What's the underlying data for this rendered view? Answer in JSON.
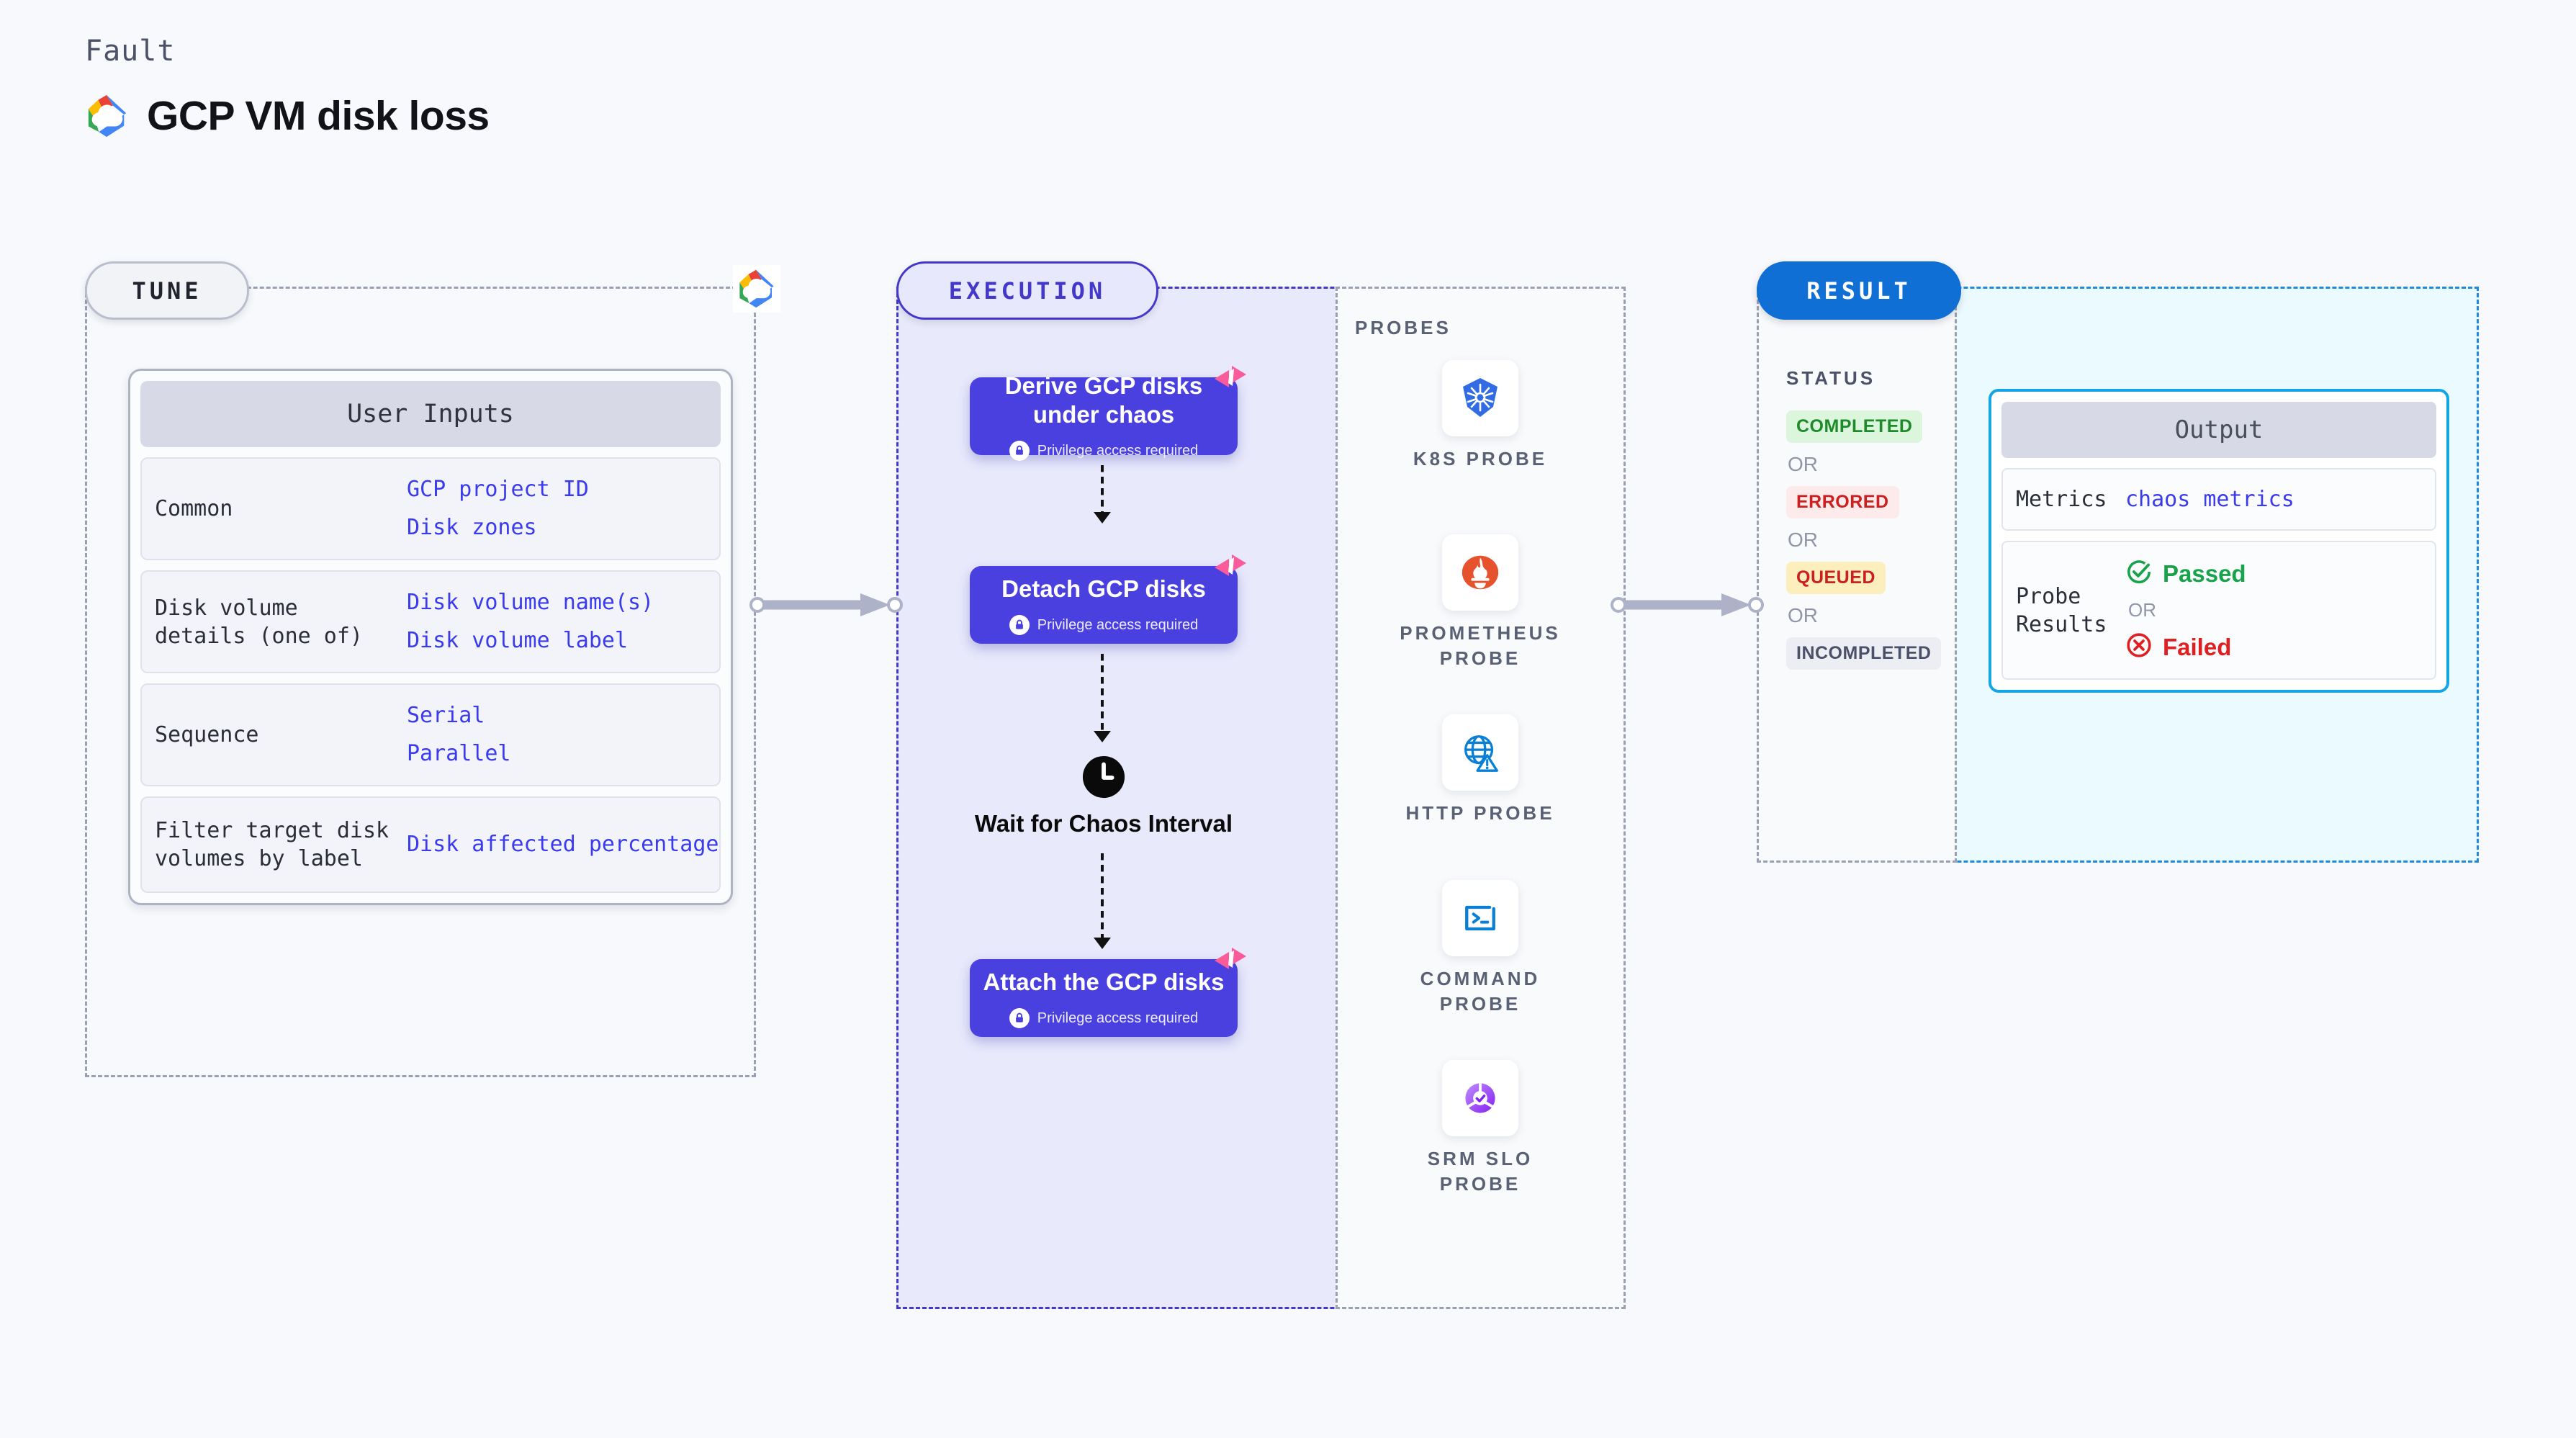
{
  "header": {
    "kicker": "Fault",
    "title": "GCP VM disk loss",
    "logo_icon": "gcp-logo-icon"
  },
  "colors": {
    "accent_purple": "#4a40e0",
    "value_blue": "#3a3af0",
    "result_blue": "#0f6fd4",
    "output_border": "#14a5e6",
    "litmus_pink": "#fa5c9b",
    "passed_green": "#18a34a",
    "failed_red": "#e02020"
  },
  "tune": {
    "pill_label": "TUNE",
    "badge_icon": "gcp-logo-icon",
    "user_inputs": {
      "header": "User Inputs",
      "rows": [
        {
          "label": "Common",
          "values": [
            "GCP project ID",
            "Disk zones"
          ]
        },
        {
          "label": "Disk volume details (one of)",
          "values": [
            "Disk volume name(s)",
            "Disk volume label"
          ]
        },
        {
          "label": "Sequence",
          "values": [
            "Serial",
            "Parallel"
          ]
        },
        {
          "label": "Filter target disk volumes by label",
          "values": [
            "Disk affected percentage"
          ]
        }
      ]
    }
  },
  "execution": {
    "pill_label": "EXECUTION",
    "privilege_note": "Privilege access required",
    "steps": [
      {
        "title": "Derive GCP disks under chaos",
        "privileged": true,
        "badge_icon": "litmus-logo-icon"
      },
      {
        "title": "Detach GCP disks",
        "privileged": true,
        "badge_icon": "litmus-logo-icon"
      },
      {
        "title": "Attach the GCP disks",
        "privileged": true,
        "badge_icon": "litmus-logo-icon"
      }
    ],
    "wait_node": {
      "label": "Wait for Chaos Interval",
      "icon": "clock-icon"
    }
  },
  "probes": {
    "section_label": "PROBES",
    "items": [
      {
        "name": "K8S PROBE",
        "icon": "kubernetes-icon"
      },
      {
        "name": "PROMETHEUS PROBE",
        "icon": "prometheus-icon"
      },
      {
        "name": "HTTP PROBE",
        "icon": "http-globe-icon"
      },
      {
        "name": "COMMAND PROBE",
        "icon": "terminal-icon"
      },
      {
        "name": "SRM SLO PROBE",
        "icon": "srm-slo-icon"
      }
    ]
  },
  "result": {
    "pill_label": "RESULT",
    "status_label": "STATUS",
    "or_label": "OR",
    "statuses": [
      {
        "label": "COMPLETED",
        "bg": "#dcf5dd",
        "fg": "#1e8b2a"
      },
      {
        "label": "ERRORED",
        "bg": "#fdeaea",
        "fg": "#cc1f1f"
      },
      {
        "label": "QUEUED",
        "bg": "#fdeebd",
        "fg": "#cc1f1f"
      },
      {
        "label": "INCOMPLETED",
        "bg": "#eceef4",
        "fg": "#4b5168"
      }
    ],
    "output": {
      "header": "Output",
      "metrics_label": "Metrics",
      "metrics_value": "chaos metrics",
      "probe_results_label": "Probe Results",
      "passed_label": "Passed",
      "failed_label": "Failed",
      "or_label": "OR",
      "passed_icon": "check-circle-icon",
      "failed_icon": "x-circle-icon"
    }
  }
}
